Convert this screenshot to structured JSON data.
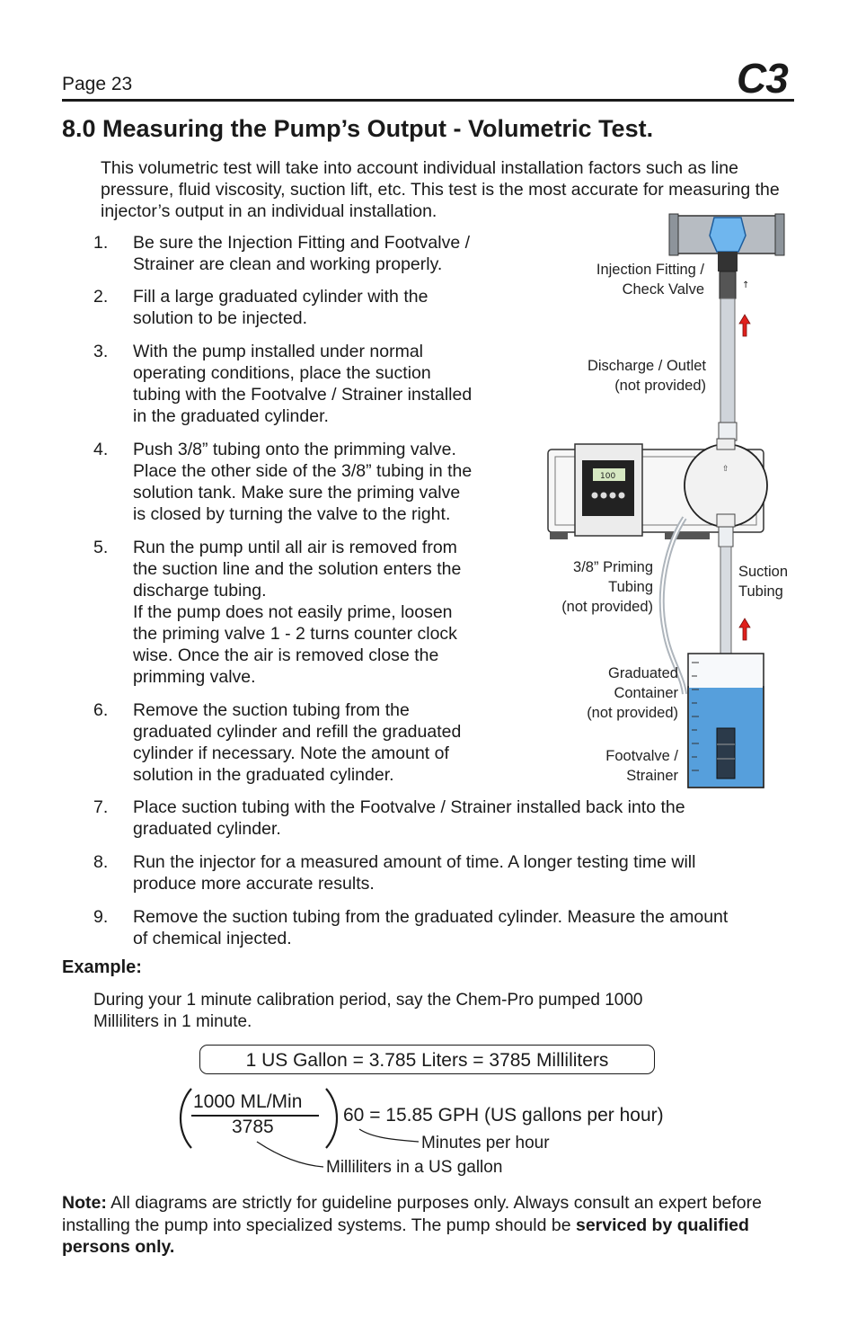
{
  "header": {
    "page_label": "Page 23",
    "logo_text": "C3"
  },
  "title": "8.0 Measuring the Pump’s Output - Volumetric Test.",
  "intro": "This volumetric test will take into account individual installation factors such as line pressure, fluid viscosity, suction lift, etc. This test is the most accurate for measuring the injector’s output in an individual installation.",
  "steps": [
    {
      "num": "1.",
      "lines": [
        "Be sure the Injection Fitting and Footvalve /",
        "Strainer are clean and working properly."
      ]
    },
    {
      "num": "2.",
      "lines": [
        "Fill a large graduated cylinder with the",
        "solution to be injected."
      ]
    },
    {
      "num": "3.",
      "lines": [
        "With the pump installed under normal",
        "operating conditions, place the suction",
        "tubing with the Footvalve / Strainer installed",
        "in the graduated cylinder."
      ]
    },
    {
      "num": "4.",
      "lines": [
        "Push 3/8” tubing onto the primming valve.",
        "Place the other side of the 3/8” tubing in the",
        "solution tank. Make sure the priming valve",
        "is closed by turning the valve to the right."
      ]
    },
    {
      "num": "5.",
      "lines": [
        "Run the pump until all air is removed from",
        "the suction line and the solution enters the",
        "discharge tubing.",
        "If the pump does not easily prime, loosen",
        "the priming valve 1 - 2 turns counter clock",
        "wise.  Once the air is removed close the",
        "primming valve."
      ]
    },
    {
      "num": "6.",
      "lines": [
        "Remove the suction tubing from the",
        "graduated cylinder and refill the graduated",
        "cylinder if necessary. Note the amount of",
        "solution in the graduated cylinder."
      ]
    },
    {
      "num": "7.",
      "lines": [
        "Place  suction tubing with the Footvalve / Strainer installed back into the",
        "graduated cylinder."
      ]
    },
    {
      "num": "8.",
      "lines": [
        "Run the injector for a measured amount of time. A longer testing time will",
        "produce more accurate results."
      ]
    },
    {
      "num": "9.",
      "lines": [
        "Remove the suction tubing from the graduated cylinder. Measure the amount",
        "of chemical injected."
      ]
    }
  ],
  "diagram": {
    "injection_fitting": [
      "Injection Fitting /",
      "Check Valve"
    ],
    "discharge": [
      "Discharge / Outlet",
      "(not provided)"
    ],
    "priming": [
      "3/8” Priming",
      "Tubing",
      "(not provided)"
    ],
    "suction": [
      "Suction",
      "Tubing"
    ],
    "container": [
      "Graduated",
      "Container",
      "(not provided)"
    ],
    "footvalve": [
      "Footvalve /",
      "Strainer"
    ],
    "display_value": "100"
  },
  "example": {
    "heading": "Example:",
    "text_lines": [
      "During your 1 minute calibration period, say the Chem-Pro pumped 1000",
      "Milliliters in 1 minute."
    ],
    "conversion": "1 US Gallon  =  3.785 Liters  =  3785 Milliliters",
    "numerator": "1000 ML/Min",
    "denominator": "3785",
    "result": "60 = 15.85 GPH (US gallons per hour)",
    "minutes_label": "Minutes per hour",
    "ml_label": "Milliliters in a US gallon"
  },
  "note": {
    "label": "Note:",
    "text": "  All diagrams are strictly for guideline purposes only.  Always consult an expert before installing the pump into specialized systems. The pump should be ",
    "bold": "serviced by qualified persons only."
  },
  "colors": {
    "accent_red": "#e0201c",
    "water_blue": "#3a8fd6"
  }
}
